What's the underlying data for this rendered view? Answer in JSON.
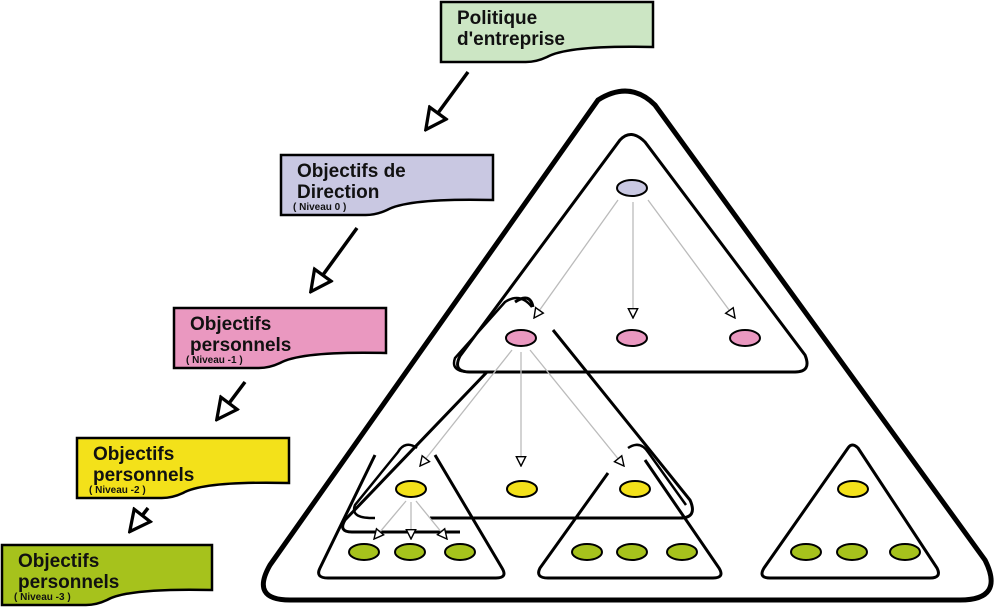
{
  "cards": [
    {
      "id": "politique",
      "lines": [
        "Politique",
        "d'entreprise"
      ],
      "sub": "",
      "color": "#cce6c4"
    },
    {
      "id": "direction",
      "lines": [
        "Objectifs de",
        "Direction"
      ],
      "sub": "( Niveau 0 )",
      "color": "#c9c8e2"
    },
    {
      "id": "niveau-1",
      "lines": [
        "Objectifs",
        "personnels"
      ],
      "sub": "( Niveau -1 )",
      "color": "#ea98c0"
    },
    {
      "id": "niveau-2",
      "lines": [
        "Objectifs",
        "personnels"
      ],
      "sub": "( Niveau -2 )",
      "color": "#f3e11a"
    },
    {
      "id": "niveau-3",
      "lines": [
        "Objectifs",
        "personnels"
      ],
      "sub": "( Niveau -3 )",
      "color": "#a6c21c"
    }
  ],
  "node_colors": {
    "level0": "#c9c8e2",
    "level1": "#ea98c0",
    "level2": "#f3e11a",
    "level3": "#a6c21c"
  },
  "hierarchy": {
    "level0_nodes": 1,
    "level1_nodes": 3,
    "level2_nodes": 4,
    "level3_nodes": 9
  }
}
